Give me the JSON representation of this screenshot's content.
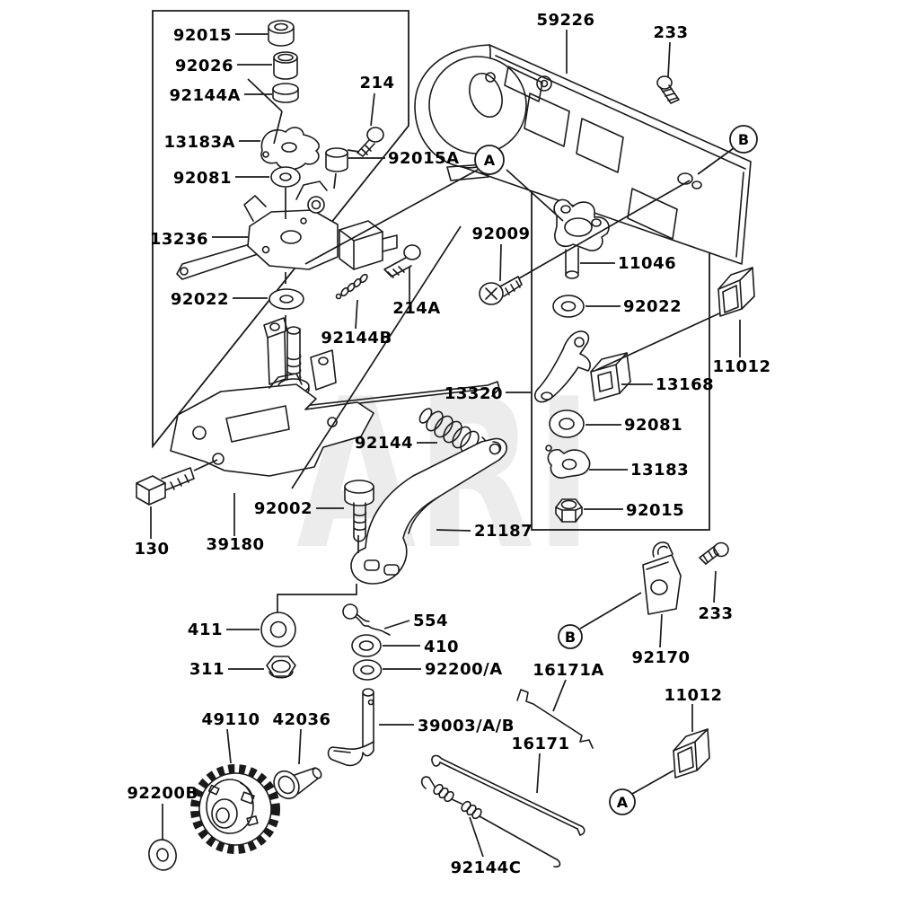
{
  "diagram": {
    "watermark": "ARI",
    "background": "#ffffff",
    "line_color": "#1a1a1a"
  },
  "labels": {
    "p92015_1": {
      "text": "92015"
    },
    "p92026": {
      "text": "92026"
    },
    "p92144A": {
      "text": "92144A"
    },
    "p13183A": {
      "text": "13183A"
    },
    "p92081_1": {
      "text": "92081"
    },
    "p214": {
      "text": "214"
    },
    "p92015A": {
      "text": "92015A"
    },
    "p13236": {
      "text": "13236"
    },
    "p92022_1": {
      "text": "92022"
    },
    "p214A": {
      "text": "214A"
    },
    "p92144B": {
      "text": "92144B"
    },
    "p59226": {
      "text": "59226"
    },
    "p233_1": {
      "text": "233"
    },
    "p92009": {
      "text": "92009"
    },
    "p11046": {
      "text": "11046"
    },
    "p92022_2": {
      "text": "92022"
    },
    "p11012_1": {
      "text": "11012"
    },
    "p13320": {
      "text": "13320"
    },
    "p13168": {
      "text": "13168"
    },
    "p92081_2": {
      "text": "92081"
    },
    "p13183": {
      "text": "13183"
    },
    "p92015_2": {
      "text": "92015"
    },
    "p92144": {
      "text": "92144"
    },
    "p92002": {
      "text": "92002"
    },
    "p21187": {
      "text": "21187"
    },
    "p39180": {
      "text": "39180"
    },
    "p130": {
      "text": "130"
    },
    "p411": {
      "text": "411"
    },
    "p554": {
      "text": "554"
    },
    "p410": {
      "text": "410"
    },
    "p92200A": {
      "text": "92200/A"
    },
    "p311": {
      "text": "311"
    },
    "p16171A": {
      "text": "16171A"
    },
    "p92170": {
      "text": "92170"
    },
    "p233_2": {
      "text": "233"
    },
    "p16171": {
      "text": "16171"
    },
    "p39003": {
      "text": "39003/A/B"
    },
    "p49110": {
      "text": "49110"
    },
    "p42036": {
      "text": "42036"
    },
    "p92200B": {
      "text": "92200B"
    },
    "p92144C": {
      "text": "92144C"
    },
    "p11012_2": {
      "text": "11012"
    }
  },
  "markers": {
    "a1": {
      "text": "A"
    },
    "b1": {
      "text": "B"
    },
    "b2": {
      "text": "B"
    },
    "a2": {
      "text": "A"
    }
  }
}
